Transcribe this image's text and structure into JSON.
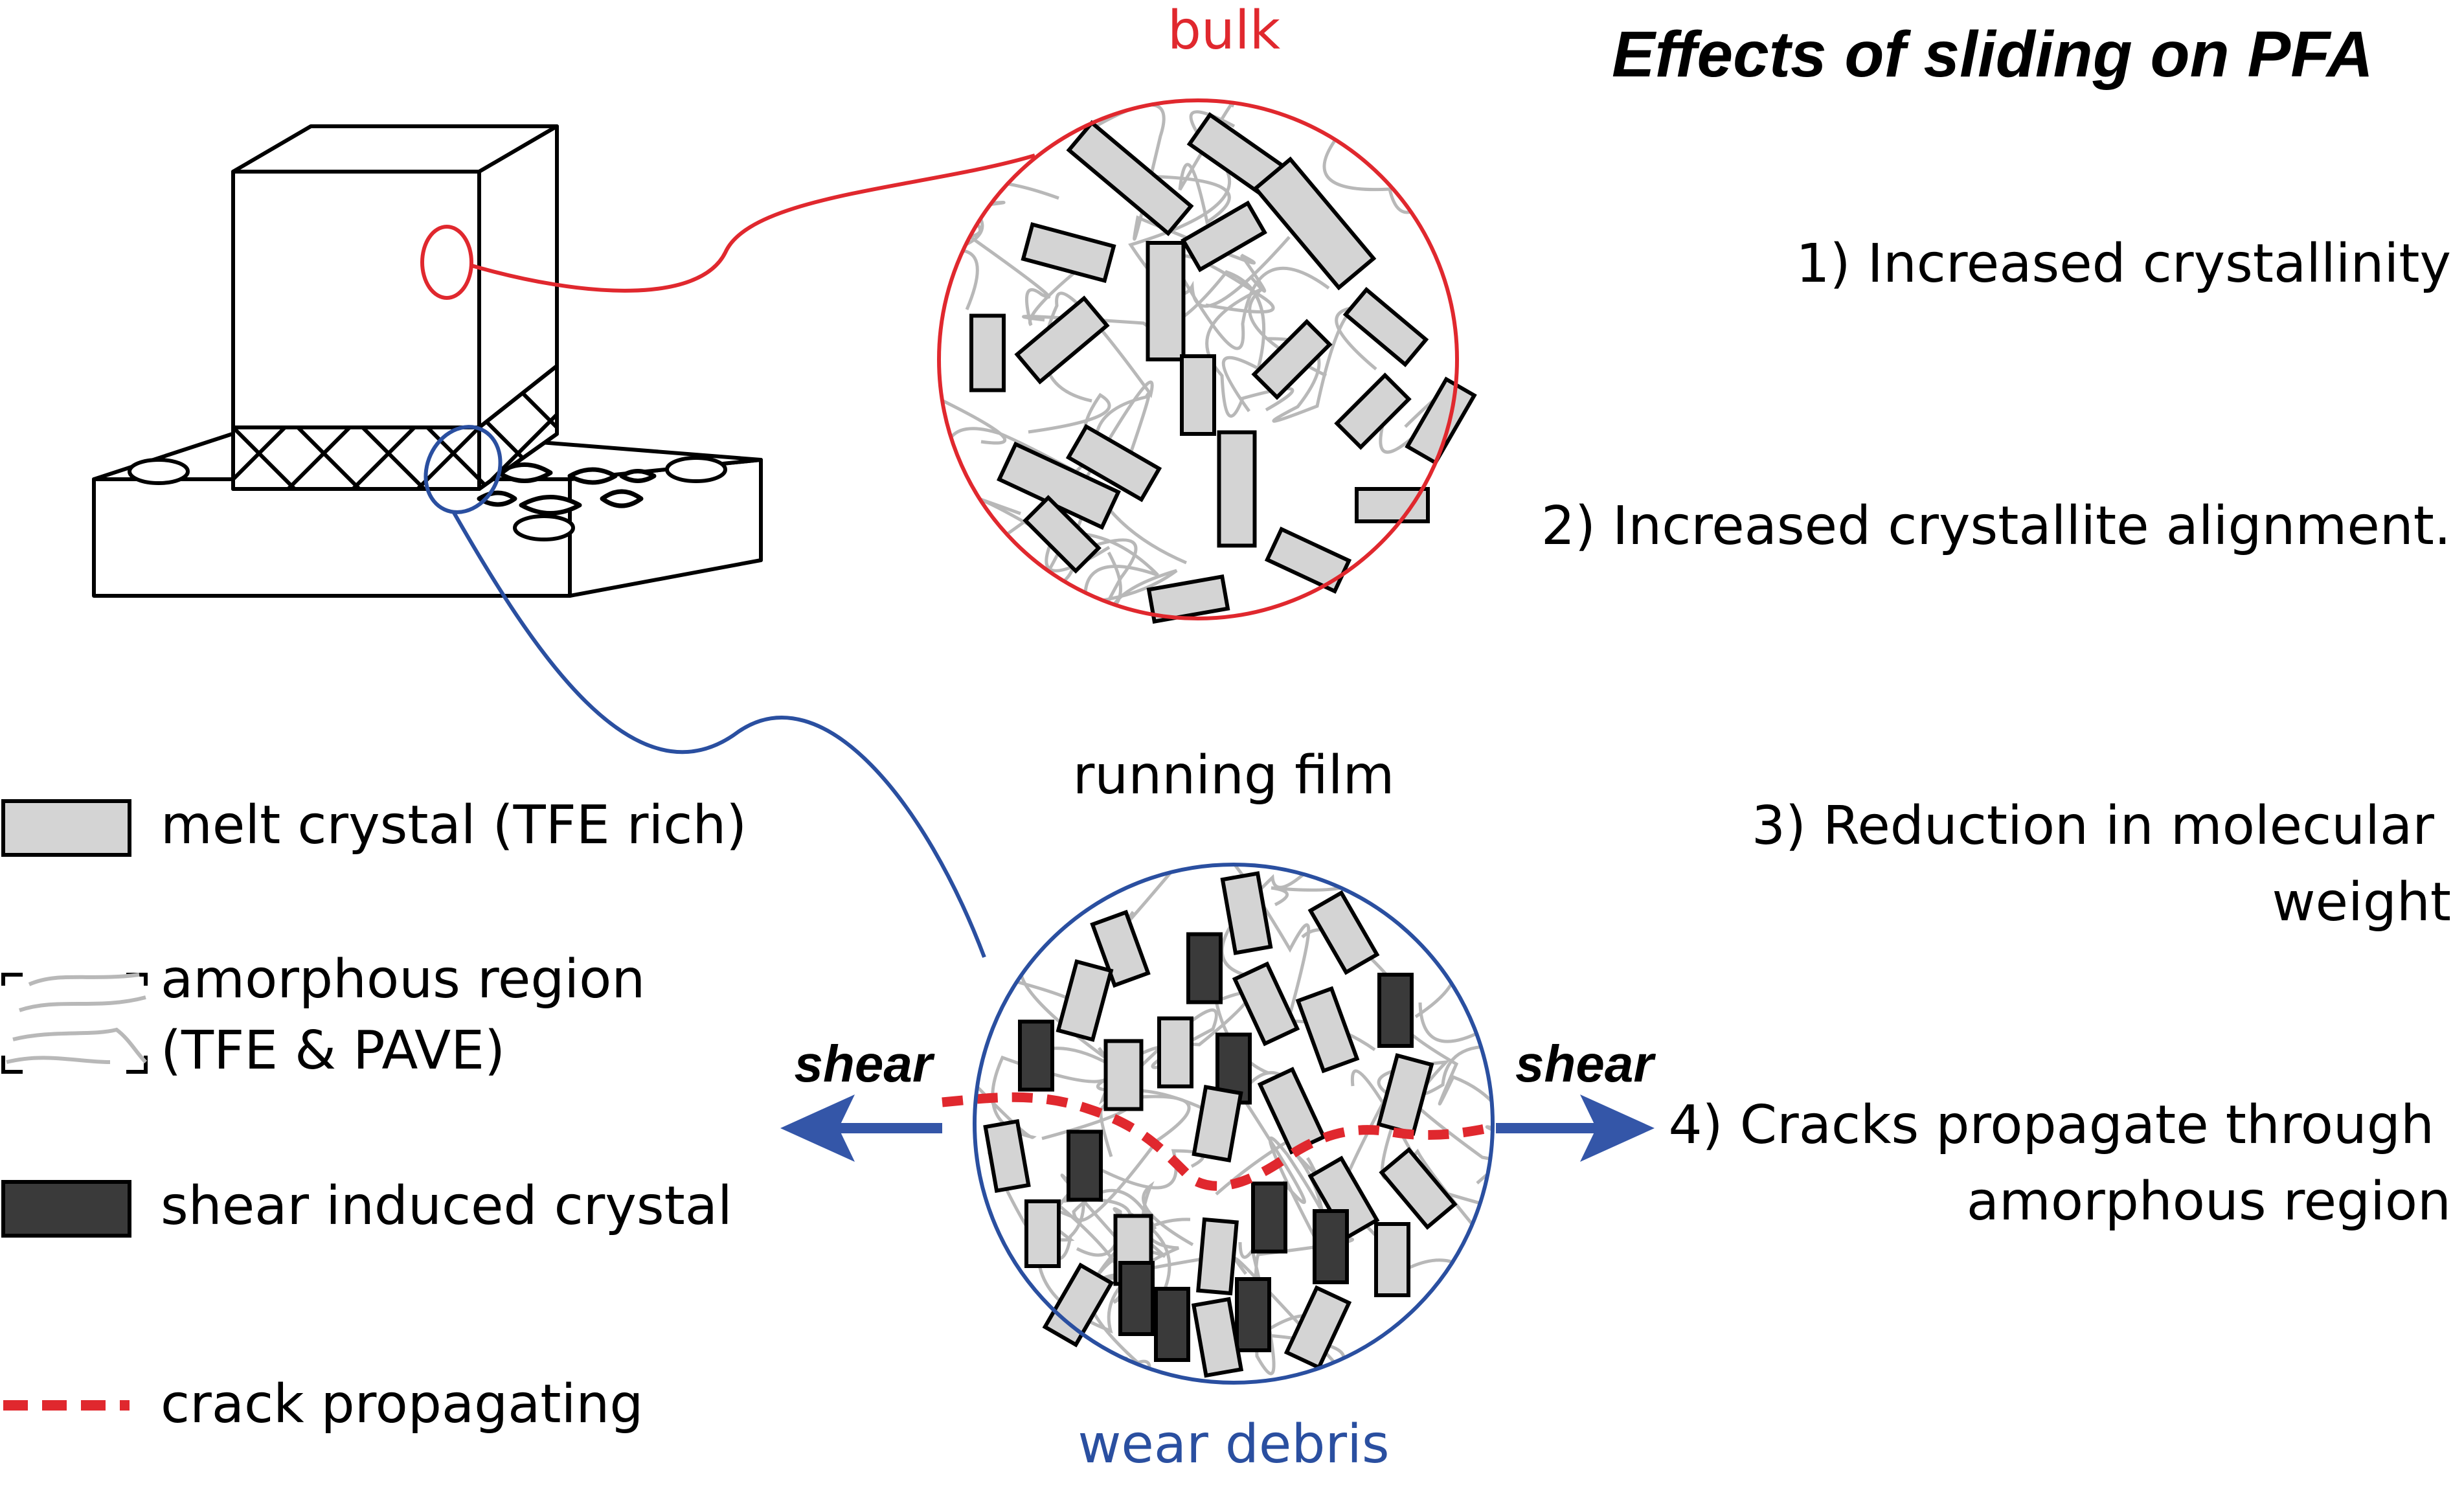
{
  "title": "Effects of sliding on PFA",
  "labels": {
    "bulk": "bulk",
    "running_film": "running film",
    "wear_debris": "wear debris",
    "shear_left": "shear",
    "shear_right": "shear"
  },
  "effects": [
    {
      "lines": [
        "1) Increased crystallinity"
      ]
    },
    {
      "lines": [
        "2) Increased crystallite alignment."
      ]
    },
    {
      "lines": [
        "3) Reduction in molecular",
        "weight"
      ]
    },
    {
      "lines": [
        "4) Cracks propagate through",
        "amorphous region"
      ]
    }
  ],
  "legend": [
    {
      "key": "melt",
      "lines": [
        "melt crystal (TFE rich)"
      ]
    },
    {
      "key": "amorphous",
      "lines": [
        "amorphous region",
        "(TFE & PAVE)"
      ]
    },
    {
      "key": "shear",
      "lines": [
        "shear induced crystal"
      ]
    },
    {
      "key": "crack",
      "lines": [
        "crack propagating"
      ]
    }
  ],
  "colors": {
    "bulk": "#e0282e",
    "film": "#2a4fa0",
    "melt_crystal": "#d4d4d4",
    "shear_crystal": "#3a3a3a",
    "amorphous": "#b8b8b8",
    "crack": "#e0282e",
    "arrow": "#3456a8"
  }
}
